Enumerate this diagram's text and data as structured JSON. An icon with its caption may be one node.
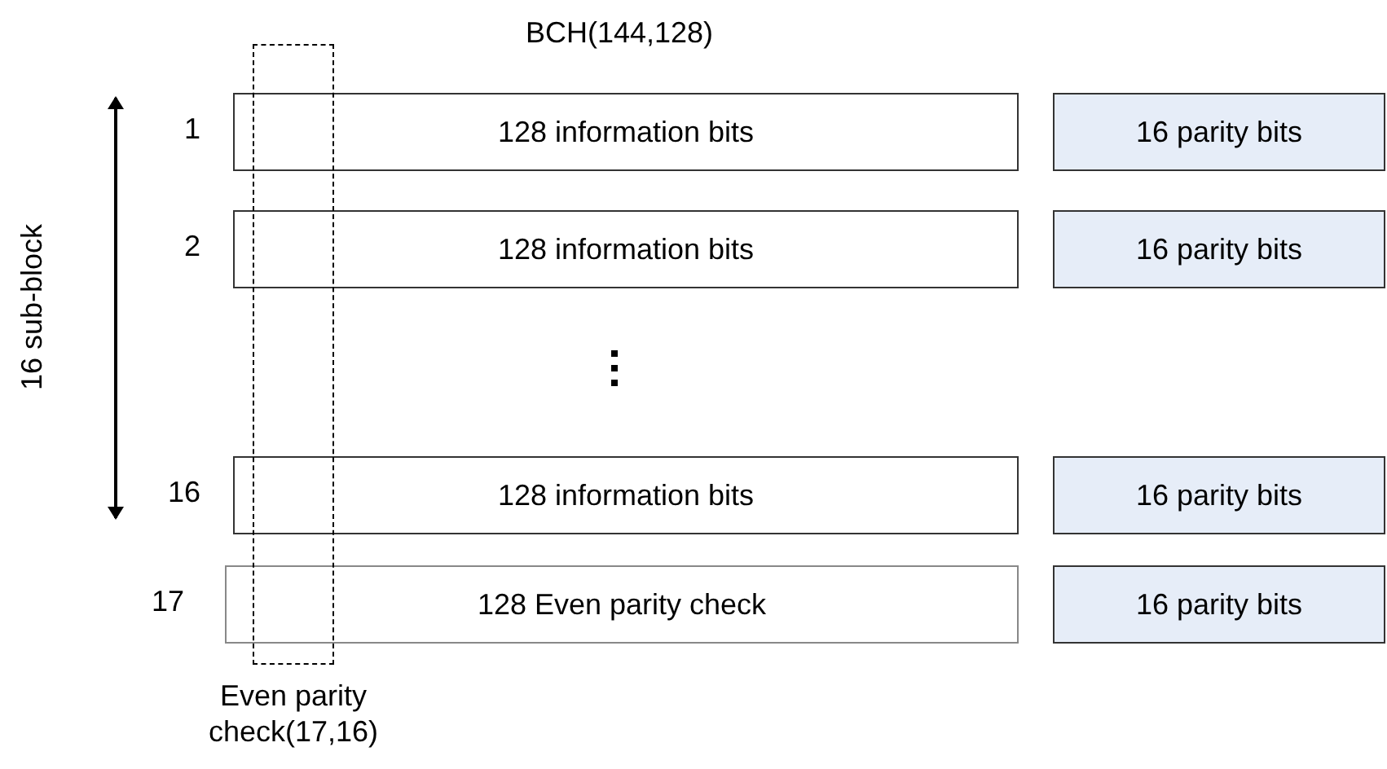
{
  "diagram": {
    "title": "BCH(144,128)",
    "nodes": [
      {
        "text": [
          "128 information bits"
        ],
        "beside": [
          "1"
        ]
      },
      {
        "text": [
          "16 parity bits"
        ]
      },
      {
        "text": [
          "128 information bits"
        ],
        "beside": [
          "2"
        ]
      },
      {
        "text": [
          "16 parity bits"
        ]
      },
      {
        "text": [
          "128 information bits"
        ],
        "beside": [
          "16"
        ]
      },
      {
        "text": [
          "16 parity bits"
        ]
      },
      {
        "text": [
          "128 Even parity check"
        ],
        "beside": [
          "17"
        ]
      },
      {
        "text": [
          "16 parity bits"
        ]
      },
      {
        "text": [
          "Even parity check(17,16)"
        ]
      }
    ],
    "labels": [
      "16 sub-block"
    ]
  }
}
